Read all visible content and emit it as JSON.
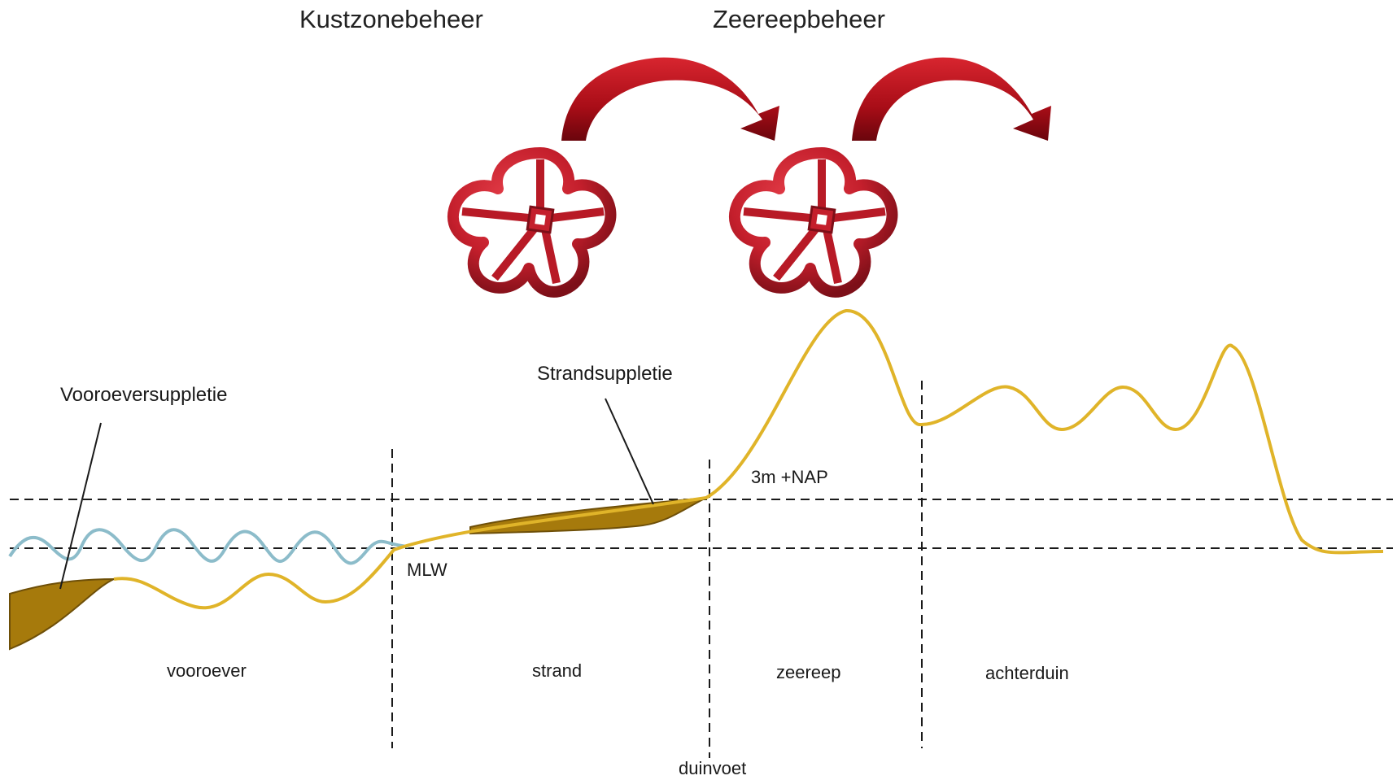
{
  "headings": {
    "kustzone": "Kustzonebeheer",
    "zeereep": "Zeereepbeheer"
  },
  "annotations": {
    "vooroever_suppletie": "Vooroeversuppletie",
    "strand_suppletie": "Strandsuppletie"
  },
  "levels": {
    "nap": "3m +NAP",
    "mlw": "MLW"
  },
  "zones": {
    "vooroever": "vooroever",
    "strand": "strand",
    "zeereep": "zeereep",
    "achterduin": "achterduin"
  },
  "boundary": {
    "duinvoet": "duinvoet"
  },
  "icons": {
    "valve": "valve-handwheel-icon",
    "arrow": "curved-arrow-icon"
  },
  "colors": {
    "profile": "#e0b429",
    "sand": "#a67a0c",
    "sand_edge": "#6e4f08",
    "water": "#8cbcca",
    "valve": "#c41f2c",
    "valve_dark": "#7d0f18",
    "arrow": "#b21018",
    "arrow_dark": "#5e050a",
    "dash": "#1a1a1a"
  }
}
